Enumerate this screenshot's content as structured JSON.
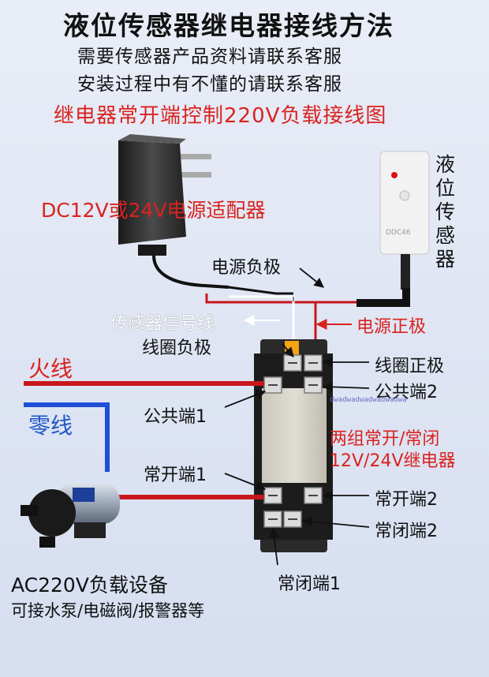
{
  "header": {
    "title": "液位传感器继电器接线方法",
    "line1": "需要传感器产品资料请联系客服",
    "line2": "安装过程中有不懂的请联系客服",
    "subtitle": "继电器常开端控制220V负载接线图"
  },
  "labels": {
    "adapter": "DC12V或24V电源适配器",
    "sensor": "液位传感器",
    "power_neg": "电源负极",
    "signal": "传感器信号线",
    "power_pos": "电源正极",
    "coil_neg": "线圈负极",
    "coil_pos": "线圈正极",
    "live": "火线",
    "neutral": "零线",
    "common1": "公共端1",
    "common2": "公共端2",
    "relay_desc1": "两组常开/常闭",
    "relay_desc2": "12V/24V继电器",
    "no1": "常开端1",
    "no2": "常开端2",
    "nc1": "常闭端1",
    "nc2": "常闭端2",
    "load1": "AC220V负载设备",
    "load2": "可接水泵/电磁阀/报警器等",
    "watermark": "dwadwadwadwadwadwa",
    "sensor_tag": "DDC46"
  },
  "colors": {
    "red_wire": "#c8171c",
    "blue_wire": "#1f4fd6",
    "red_text": "#d9231e",
    "blue_text": "#1f57c9"
  }
}
